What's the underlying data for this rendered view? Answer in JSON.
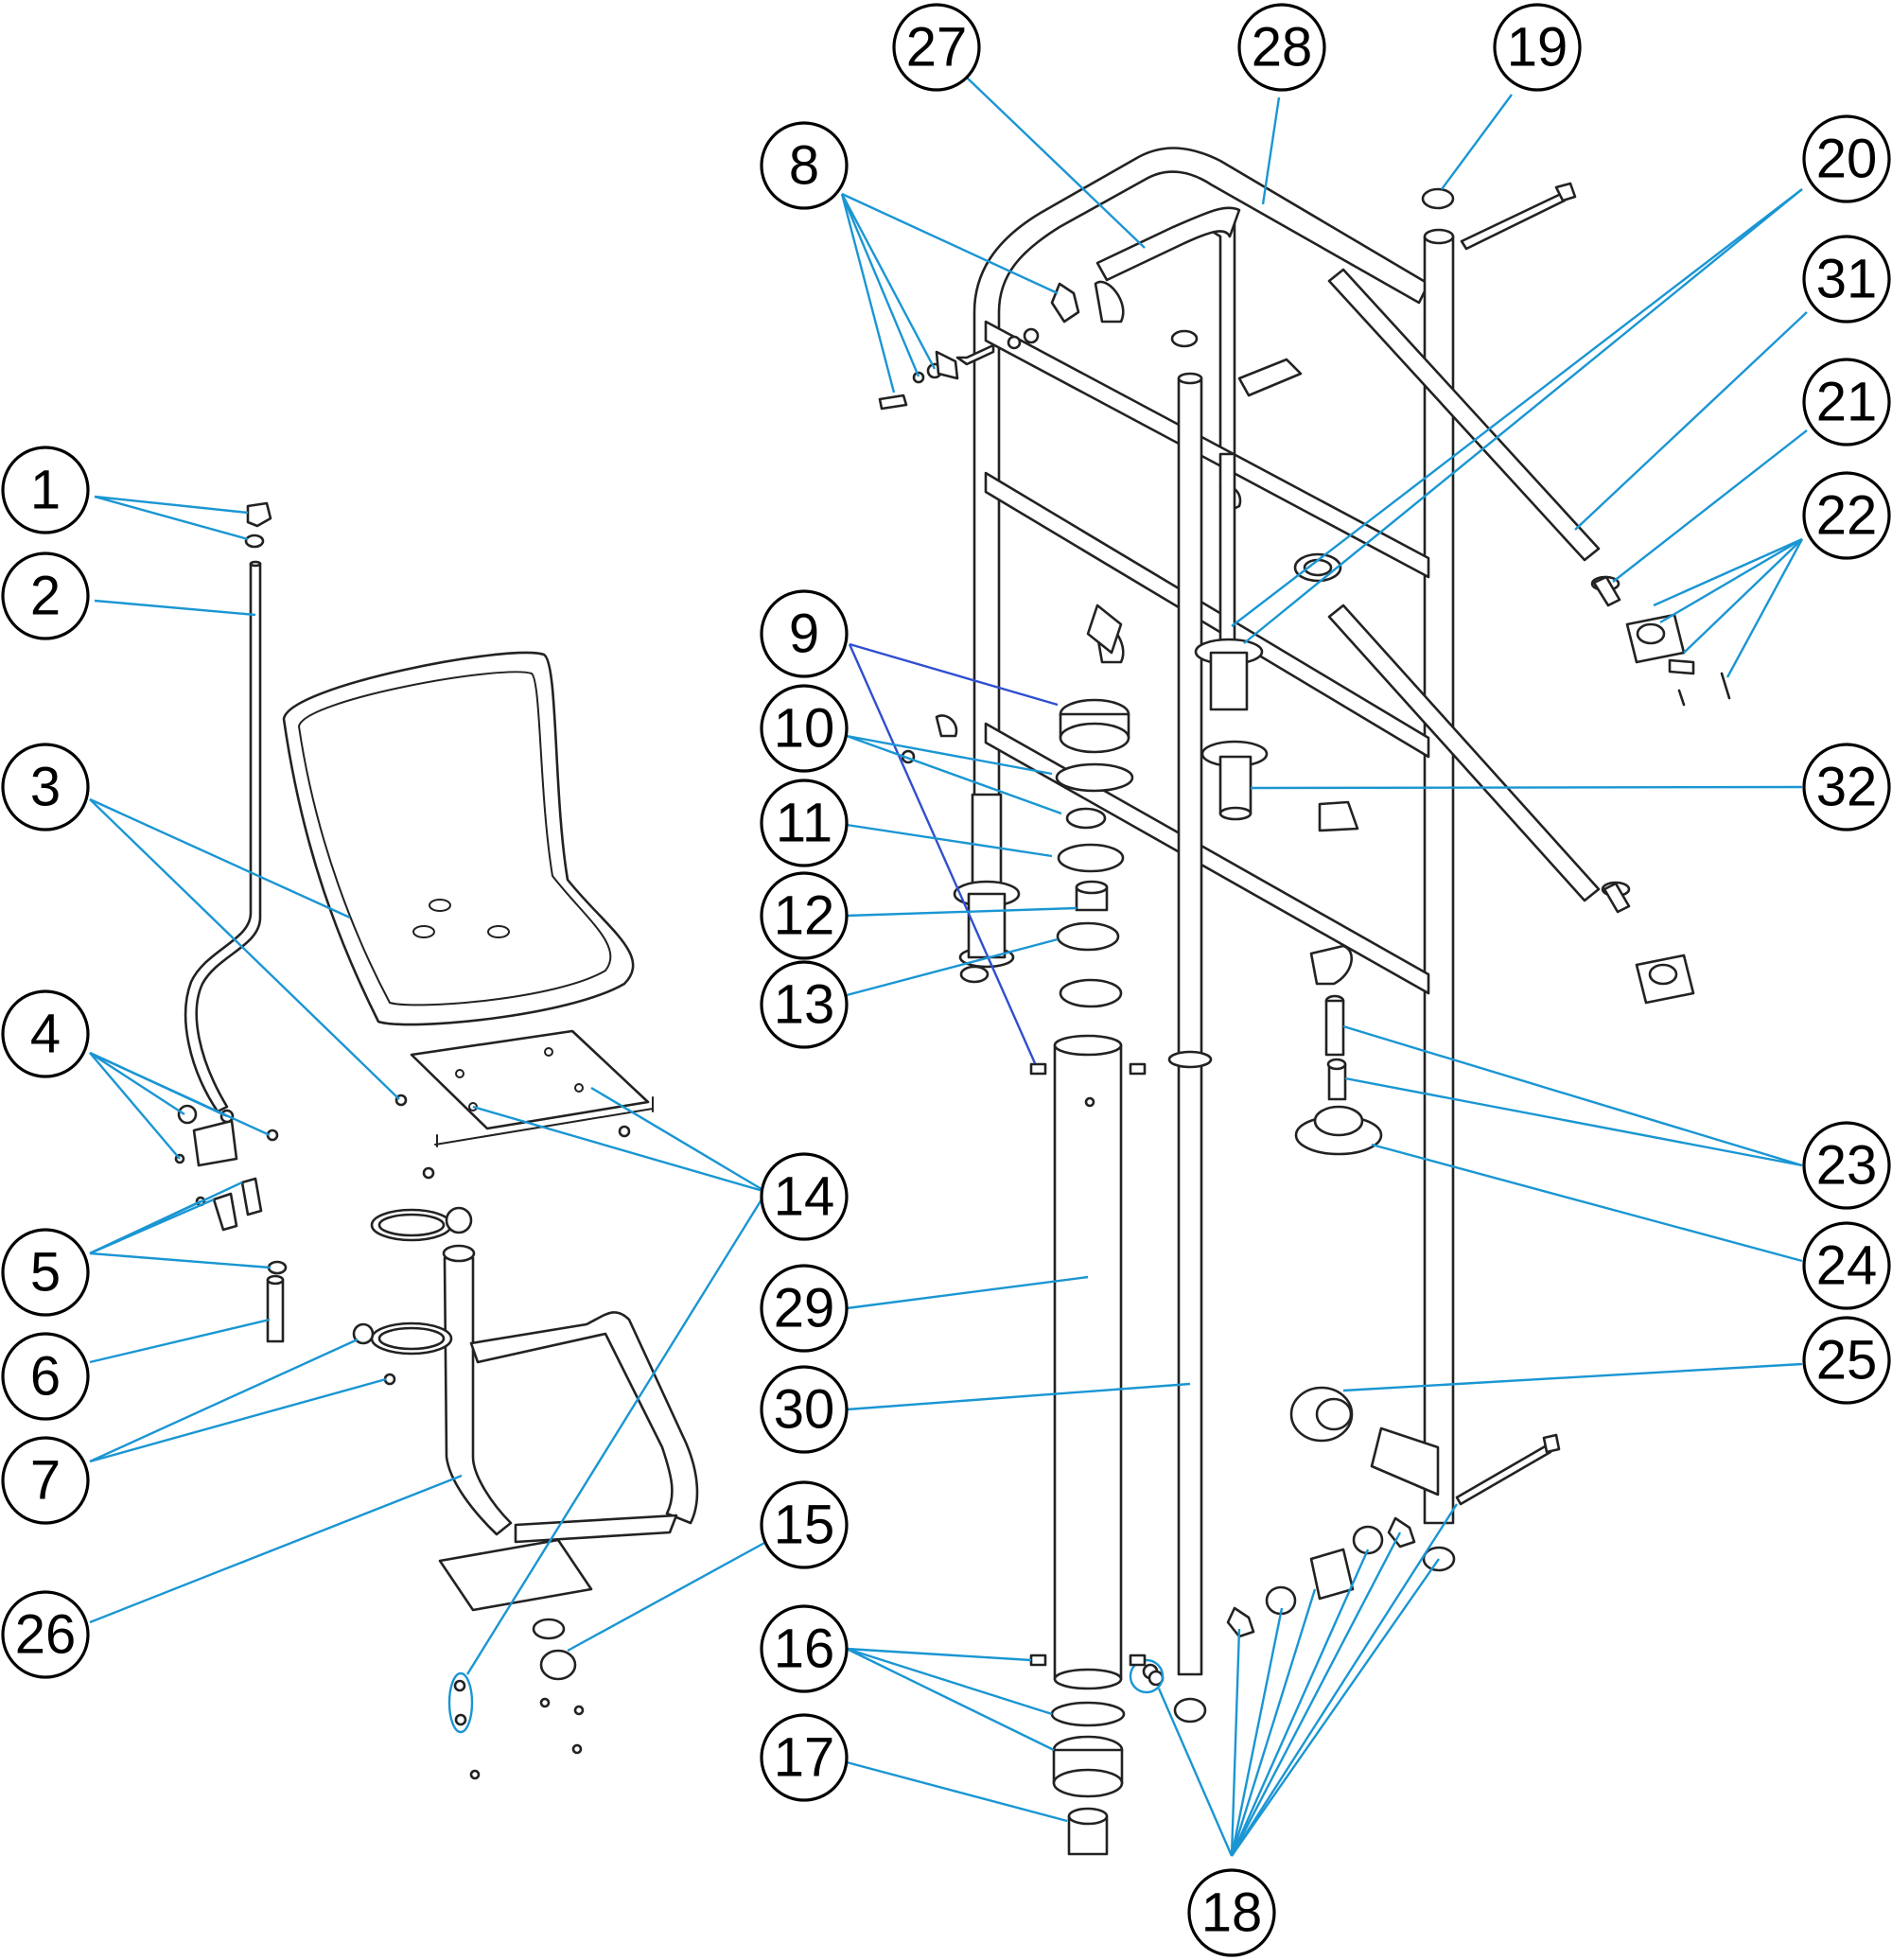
{
  "diagram": {
    "leader_color": "#1a96d3",
    "leader_color_alt": "#2f4fd0",
    "callouts": [
      "1",
      "2",
      "3",
      "4",
      "5",
      "6",
      "7",
      "8",
      "9",
      "10",
      "11",
      "12",
      "13",
      "14",
      "15",
      "16",
      "17",
      "18",
      "19",
      "20",
      "21",
      "22",
      "23",
      "24",
      "25",
      "26",
      "27",
      "28",
      "29",
      "30",
      "31",
      "32"
    ]
  }
}
